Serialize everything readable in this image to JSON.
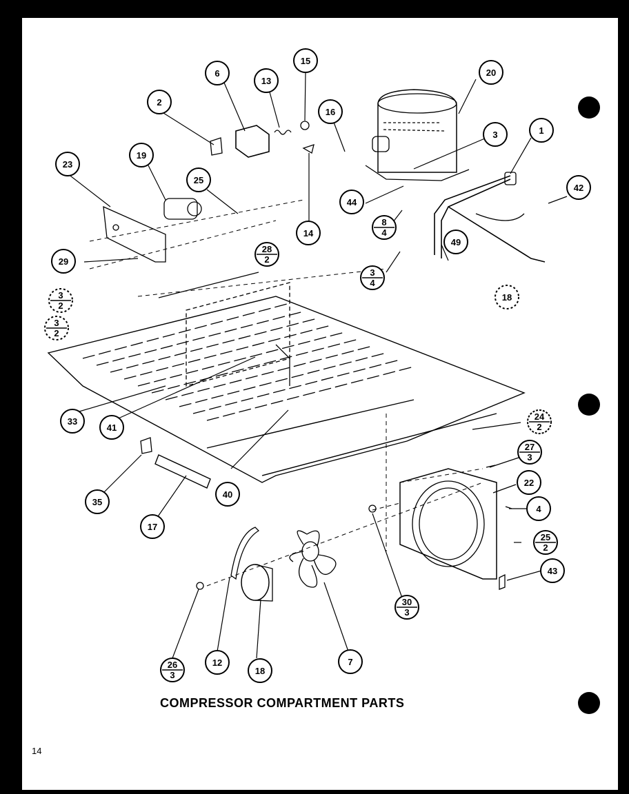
{
  "title": "COMPRESSOR COMPARTMENT PARTS",
  "page_number": "14",
  "callouts": {
    "c1": "1",
    "c2": "2",
    "c3": "3",
    "c4": "4",
    "c6": "6",
    "c7": "7",
    "c12": "12",
    "c13": "13",
    "c14": "14",
    "c15": "15",
    "c16": "16",
    "c17": "17",
    "c18": "18",
    "c19": "19",
    "c20": "20",
    "c22": "22",
    "c23": "23",
    "c25": "25",
    "c29": "29",
    "c33": "33",
    "c35": "35",
    "c40": "40",
    "c41": "41",
    "c42": "42",
    "c43": "43",
    "c44": "44",
    "c49": "49",
    "c18b": "18"
  },
  "fraction_callouts": {
    "f28_2": {
      "num": "28",
      "den": "2"
    },
    "f8_4": {
      "num": "8",
      "den": "4"
    },
    "f3_4": {
      "num": "3",
      "den": "4"
    },
    "f24_2": {
      "num": "24",
      "den": "2"
    },
    "f27_3": {
      "num": "27",
      "den": "3"
    },
    "f25_2": {
      "num": "25",
      "den": "2"
    },
    "f30_3": {
      "num": "30",
      "den": "3"
    },
    "f26_3": {
      "num": "26",
      "den": "3"
    },
    "f3_2a": {
      "num": "3",
      "den": "2"
    },
    "f3_2b": {
      "num": "3",
      "den": "2"
    }
  },
  "colors": {
    "ink": "#000000",
    "paper": "#ffffff",
    "border": "#000000"
  }
}
